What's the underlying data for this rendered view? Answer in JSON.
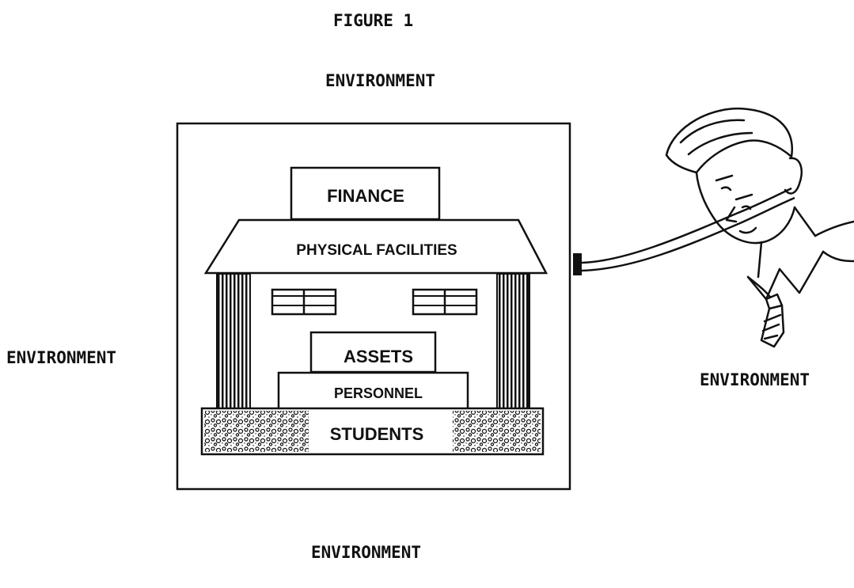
{
  "figure_title": "FIGURE 1",
  "environment_labels": {
    "top": "ENVIRONMENT",
    "left": "ENVIRONMENT",
    "right": "ENVIRONMENT",
    "bottom": "ENVIRONMENT"
  },
  "building": {
    "finance": "FINANCE",
    "physical_facilities": "PHYSICAL FACILITIES",
    "assets": "ASSETS",
    "personnel": "PERSONNEL",
    "students": "STUDENTS"
  },
  "icons": [
    "school-building-icon",
    "doctor-with-stethoscope-icon"
  ]
}
